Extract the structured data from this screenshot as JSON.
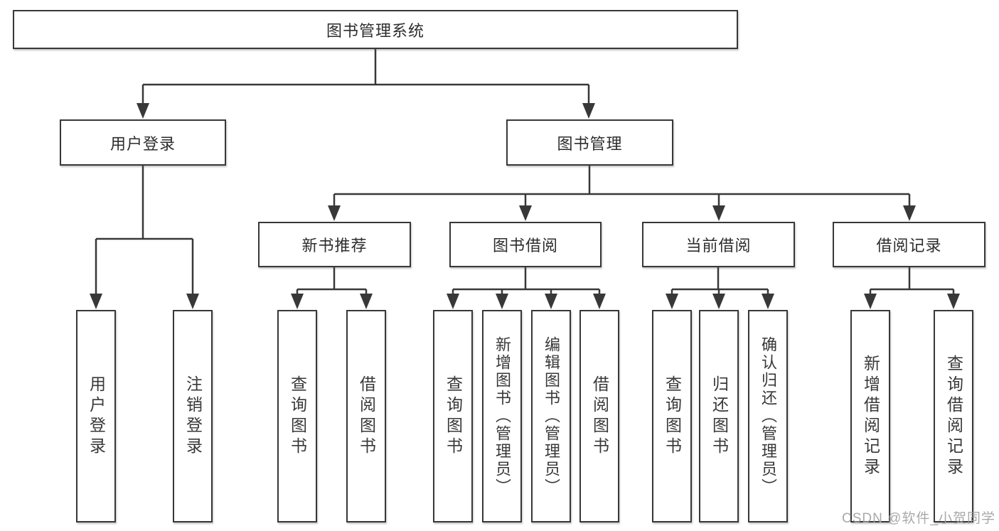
{
  "diagram_title": "图书管理系统",
  "tree": {
    "root": {
      "label": "图书管理系统"
    },
    "branches": [
      {
        "label": "用户登录",
        "leaves": [
          {
            "label": "用户登录"
          },
          {
            "label": "注销登录"
          }
        ]
      },
      {
        "label": "图书管理",
        "groups": [
          {
            "label": "新书推荐",
            "leaves": [
              {
                "label": "查询图书"
              },
              {
                "label": "借阅图书"
              }
            ]
          },
          {
            "label": "图书借阅",
            "leaves": [
              {
                "label": "查询图书"
              },
              {
                "label": "新增图书（管理员）"
              },
              {
                "label": "编辑图书（管理员）"
              },
              {
                "label": "借阅图书"
              }
            ]
          },
          {
            "label": "当前借阅",
            "leaves": [
              {
                "label": "查询图书"
              },
              {
                "label": "归还图书"
              },
              {
                "label": "确认归还（管理员）"
              }
            ]
          },
          {
            "label": "借阅记录",
            "leaves": [
              {
                "label": "新增借阅记录"
              },
              {
                "label": "查询借阅记录"
              }
            ]
          }
        ]
      }
    ]
  },
  "watermark": {
    "text": "CSDN @软件_小贺同学"
  },
  "colors": {
    "line": "#383838",
    "box_border": "#383838",
    "text": "#2d2d2d",
    "watermark": "#9e9e9e",
    "background": "#ffffff"
  }
}
